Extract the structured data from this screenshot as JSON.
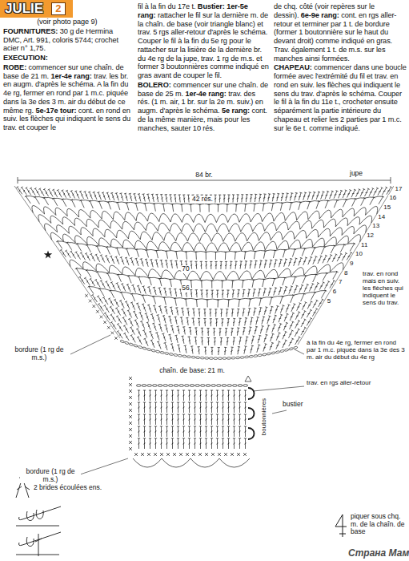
{
  "diagram": {
    "nodes": [
      {
        "text": [
          "JULIE"
        ]
      },
      {
        "text": [
          "2"
        ],
        "in": 0
      }
    ],
    "labels": [
      "(voir photo page 9)",
      "FOURNITURES:",
      "30 g de Hermina DMC, Art. 991, coloris 5744; crochet acier n° 1,75.",
      "EXECUTION:",
      "ROBE:",
      "commencer sur une chaîn. de base de 21 m.",
      "1er-4e rang:",
      "trav. les br. en augm. d'après le schéma. A la fin du 4e rg, fermer en rond par 1 m.c. piquée dans la 3e des 3 m. air du début de ce même rg.",
      "5e-17e tour:",
      "cont. en rond en suiv. les flèches qui indiquent le sens du trav. et couper le",
      "fil à la fin du 17e t.",
      "Bustier: 1er-5e rang:",
      "rattacher le fil sur la dernière m. de la chaîn. de base (voir triangle blanc) et trav. 5 rgs aller-retour d'après le schéma. Couper le fil à la fin du 5e rg pour le rattacher sur la lisière de la dernière br. du 4e rg de la jupe, trav. 1 rg de m.s. et former 3 boutonnières comme indiqué en gras avant de couper le fil.",
      "BOLERO:",
      "commencer sur une chaîn. de base de 25 m.",
      "1er-4e rang:",
      "trav. des rés. (1 m. air, 1 br. sur la 2e m. suiv.) en augm. d'après le schéma.",
      "5e rang:",
      "cont. de la même manière, mais pour les manches, sauter 10 rés.",
      "de chq. côté (voir repères sur le dessin).",
      "6e-9e rang:",
      "cont. en rgs aller-retour et terminer par 1 t. de bordure (former 1 boutonnière sur le haut du devant droit) comme indiqué en gras. Trav. également 1 t. de m.s. sur les manches ainsi formées.",
      "CHAPEAU:",
      "commencer dans une boucle formée avec l'extrémité du fil et trav. en rond en suiv. les flèches qui indiquent le sens du trav. d'après le schéma. Couper le fil à la fin du 11e t., crocheter ensuite séparément la partie intérieure du chapeau et relier les 2 parties par 1 m.c. sur le 6e t. comme indiqué.",
      "84 br.",
      "jupe",
      "42 rés.",
      "70",
      "56",
      "17",
      "16",
      "15",
      "14",
      "13",
      "12",
      "11",
      "10",
      "9",
      "8",
      "7",
      "6",
      "5",
      "trav. en rond mais en suiv. les flèches qui indiquent le sens du trav.",
      "à la fin du 4e rg, fermer en rond par 1 m.c. piquée dans la 3e des 3 m. air du début du 4e rg",
      "trav. en rgs aller-retour",
      "bordure (1 rg de m.s.)",
      "chaîn. de base: 21 m.",
      "boutonnières",
      "bustier",
      "bordure (1 rg de m.s.)",
      "Страна Мам"
    ],
    "legend": [
      {
        "text": "2 brides écoulées ens."
      },
      {
        "text": "piquer sous chq. m. de la chaîn. de base"
      }
    ]
  }
}
